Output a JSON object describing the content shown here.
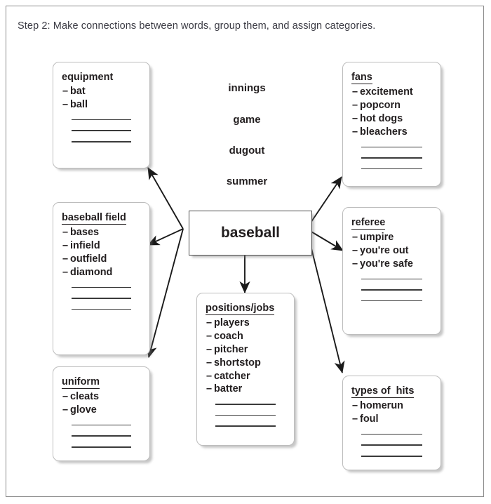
{
  "header": {
    "text": "Step 2: Make connections between words, group them, and assign categories."
  },
  "center": {
    "label": "baseball"
  },
  "loose_words": [
    {
      "label": "innings"
    },
    {
      "label": "game"
    },
    {
      "label": "dugout"
    },
    {
      "label": "summer"
    }
  ],
  "cards": [
    {
      "id": "equipment",
      "title": "equipment",
      "underlined": false,
      "items": [
        "bat",
        "ball"
      ],
      "blank_lines": 3
    },
    {
      "id": "baseball-field",
      "title": "baseball field",
      "underlined": true,
      "items": [
        "bases",
        "infield",
        "outfield",
        "diamond"
      ],
      "blank_lines": 3
    },
    {
      "id": "uniform",
      "title": "uniform",
      "underlined": true,
      "items": [
        "cleats",
        "glove"
      ],
      "blank_lines": 3
    },
    {
      "id": "positions-jobs",
      "title": "positions/jobs",
      "underlined": true,
      "items": [
        "players",
        "coach",
        "pitcher",
        "shortstop",
        "catcher",
        "batter"
      ],
      "blank_lines": 3
    },
    {
      "id": "fans",
      "title": "fans",
      "underlined": true,
      "items": [
        "excitement",
        "popcorn",
        "hot dogs",
        "bleachers"
      ],
      "blank_lines": 3
    },
    {
      "id": "referee",
      "title": "referee",
      "underlined": true,
      "items": [
        "umpire",
        "you're out",
        "you're safe"
      ],
      "blank_lines": 3
    },
    {
      "id": "types-of-hits",
      "title": "types of  hits",
      "underlined": true,
      "items": [
        "homerun",
        "foul"
      ],
      "blank_lines": 3
    }
  ],
  "colors": {
    "page_border": "#8c8c8c",
    "card_border": "#bdbdbd",
    "center_border": "#4b4b4b",
    "text": "#231f20",
    "header_text": "#3b3b44",
    "arrow": "#1a1a1a"
  },
  "bullet_dash": "–"
}
